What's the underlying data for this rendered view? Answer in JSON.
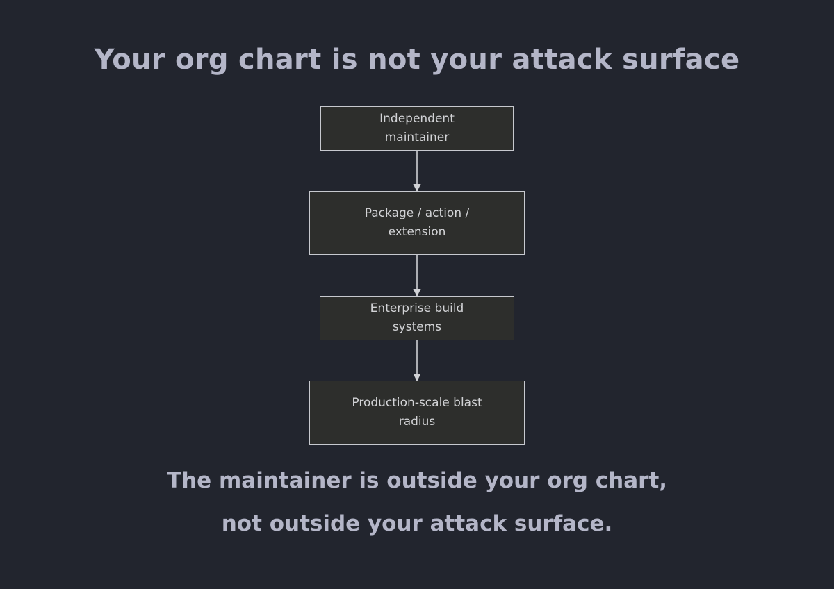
{
  "colors": {
    "background": "#22252e",
    "heading_text": "#b4b6c8",
    "node_fill": "#2d2e2c",
    "node_border": "#c7c9cf",
    "node_text": "#d2d3d6",
    "connector": "#d0d1d5"
  },
  "title": "Your org chart is not your attack surface",
  "nodes": [
    {
      "label": "Independent maintainer"
    },
    {
      "label": "Package / action / extension"
    },
    {
      "label": "Enterprise build systems"
    },
    {
      "label": "Production-scale blast radius"
    }
  ],
  "edges": [
    {
      "from": 0,
      "to": 1
    },
    {
      "from": 1,
      "to": 2
    },
    {
      "from": 2,
      "to": 3
    }
  ],
  "caption": {
    "line1": "The maintainer is outside your org chart,",
    "line2": "not outside your attack surface."
  }
}
